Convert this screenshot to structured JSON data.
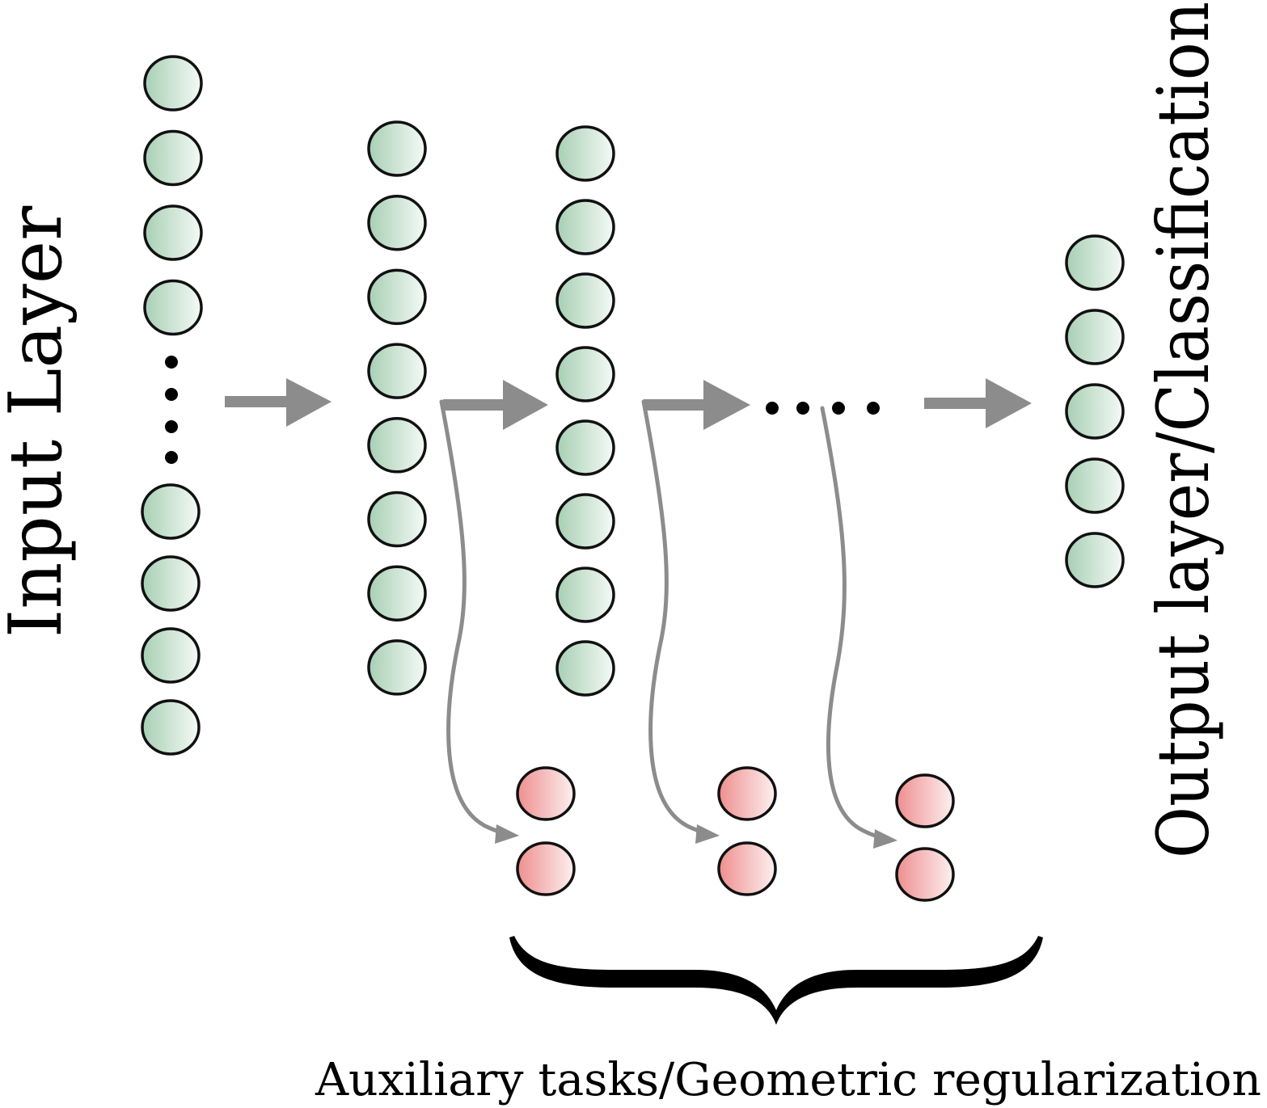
{
  "labels": {
    "input_layer": "Input Layer",
    "output_layer": "Output layer/Classification",
    "auxiliary": "Auxiliary tasks/Geometric regularization"
  },
  "layers": {
    "input_top_nodes": 4,
    "input_bottom_nodes": 4,
    "hidden_1_nodes": 8,
    "hidden_2_nodes": 8,
    "output_nodes": 5,
    "auxiliary_groups": 3,
    "auxiliary_nodes_per_group": 2
  },
  "colors": {
    "layer_node_fill": "#a8cfb4",
    "auxiliary_node_fill": "#ee8f8f",
    "arrow": "#8c8c8c",
    "brace": "#000000"
  }
}
